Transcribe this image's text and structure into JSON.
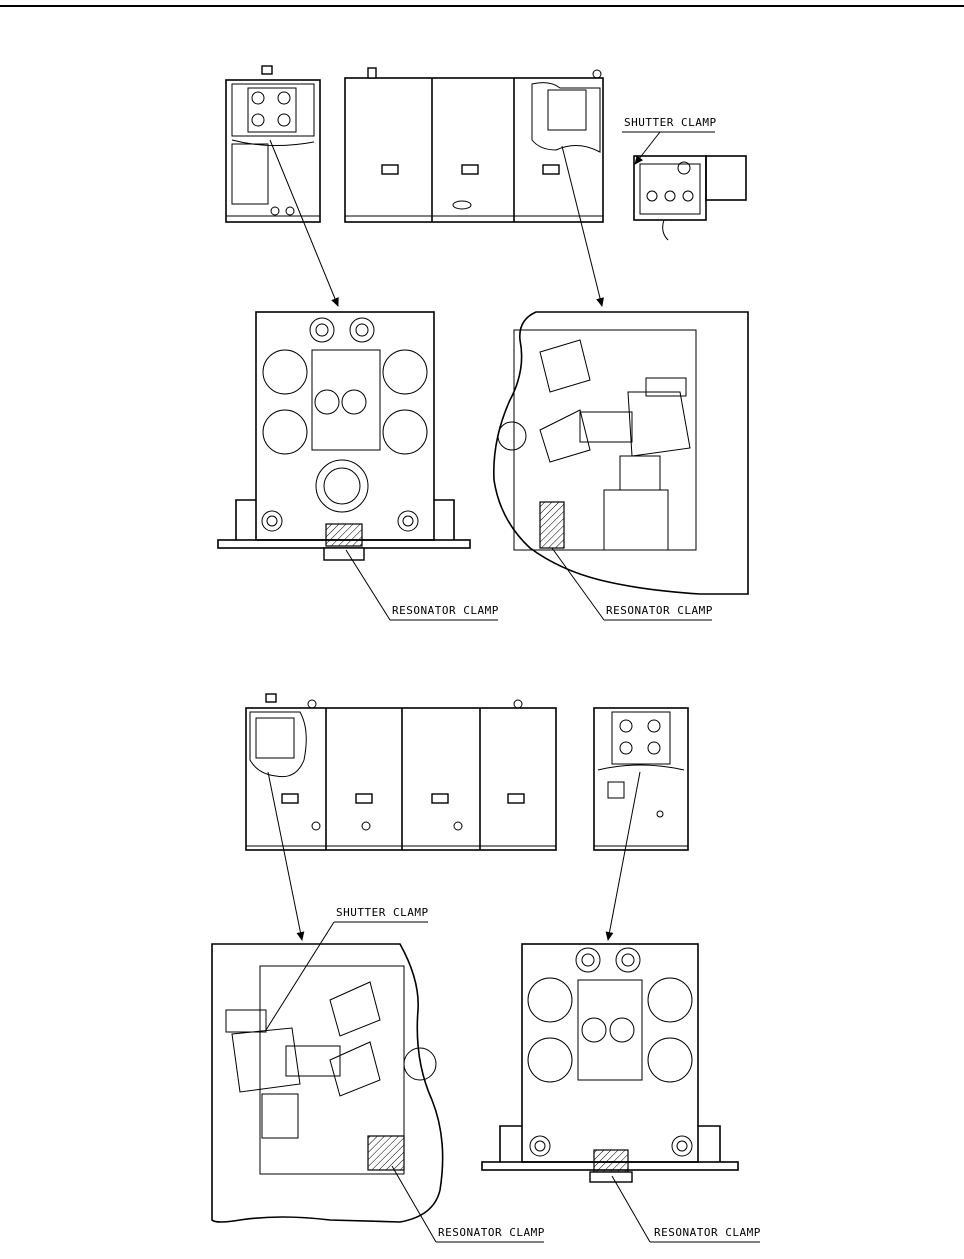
{
  "labels": {
    "shutter_clamp_top": "SHUTTER CLAMP",
    "resonator_clamp_top_left": "RESONATOR CLAMP",
    "resonator_clamp_top_right": "RESONATOR CLAMP",
    "shutter_clamp_bottom": "SHUTTER CLAMP",
    "resonator_clamp_bottom_left": "RESONATOR CLAMP",
    "resonator_clamp_bottom_right": "RESONATOR CLAMP"
  }
}
